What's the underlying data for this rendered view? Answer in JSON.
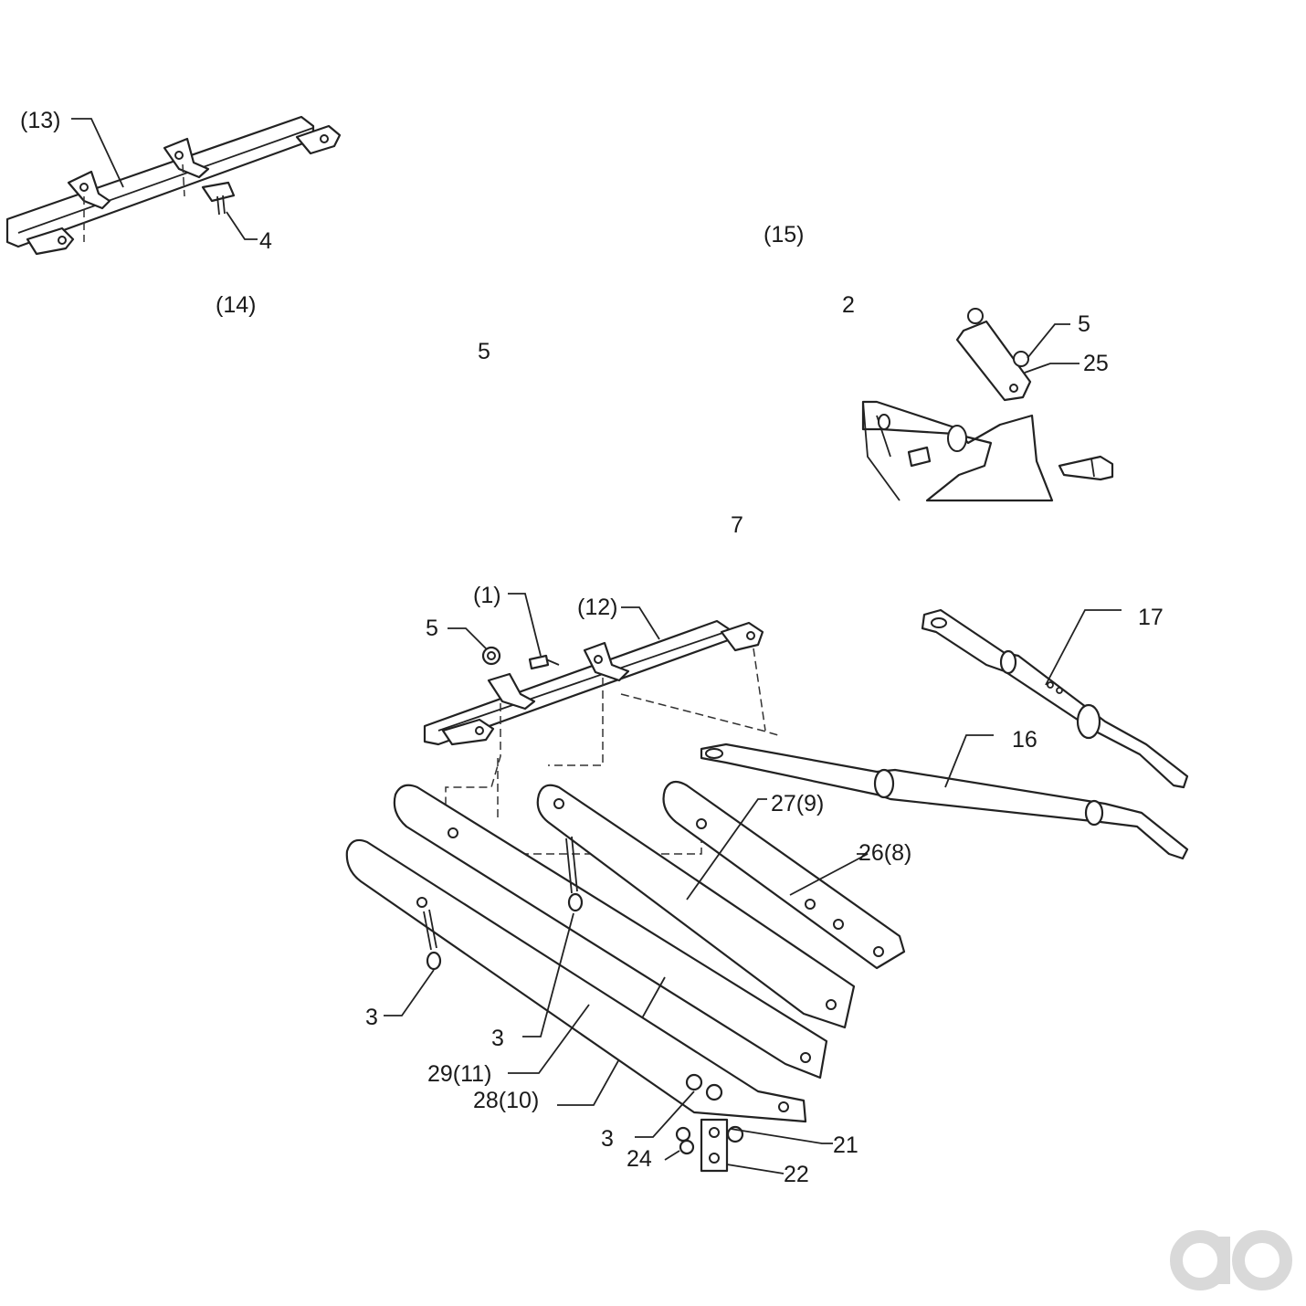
{
  "labels": {
    "l13": "(13)",
    "l4": "4",
    "l14": "(14)",
    "l15": "(15)",
    "l2": "2",
    "l5top": "5",
    "l5right": "5",
    "l25": "25",
    "l7": "7",
    "l1": "(1)",
    "l12": "(12)",
    "l5mid": "5",
    "l17": "17",
    "l16": "16",
    "l27": "27(9)",
    "l26": "26(8)",
    "l3a": "3",
    "l3b": "3",
    "l29": "29(11)",
    "l28": "28(10)",
    "l3c": "3",
    "l24": "24",
    "l21": "21",
    "l22": "22"
  },
  "watermark": {
    "text": "ao",
    "color": "#d9d9d9"
  }
}
